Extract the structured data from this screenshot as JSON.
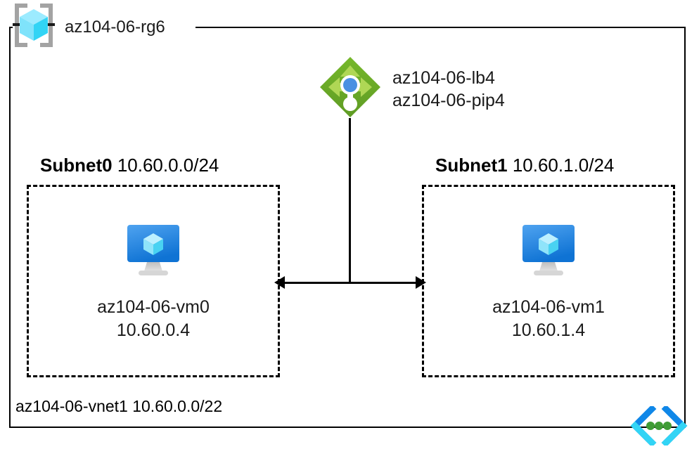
{
  "diagram": {
    "resource_group": {
      "icon": "resource-group-cube-icon",
      "label": "az104-06-rg6"
    },
    "load_balancer": {
      "icon": "load-balancer-icon",
      "labels": [
        "az104-06-lb4",
        "az104-06-pip4"
      ]
    },
    "subnets": [
      {
        "name": "Subnet0",
        "cidr": "10.60.0.0/24",
        "vm": {
          "icon": "virtual-machine-icon",
          "name": "az104-06-vm0",
          "ip": "10.60.0.4"
        }
      },
      {
        "name": "Subnet1",
        "cidr": "10.60.1.0/24",
        "vm": {
          "icon": "virtual-machine-icon",
          "name": "az104-06-vm1",
          "ip": "10.60.1.4"
        }
      }
    ],
    "vnet": {
      "label": "az104-06-vnet1 10.60.0.0/22",
      "icon": "virtual-network-icon"
    },
    "colors": {
      "border": "#000000",
      "cube_cyan": "#32D4F5",
      "cube_light": "#9CEBFF",
      "bracket_gray": "#A3A3A3",
      "lb_green": "#6BA32B",
      "lb_arrow_green": "#A4D34A",
      "lb_center_blue": "#4A90E2",
      "vm_blue": "#1F84E3",
      "vm_stand_gray": "#B3B3B3",
      "vnet_blue": "#0078D4",
      "vnet_cyan": "#32D4F5",
      "vnet_dot_green": "#3F9C35",
      "text": "#1A1A1A"
    }
  }
}
